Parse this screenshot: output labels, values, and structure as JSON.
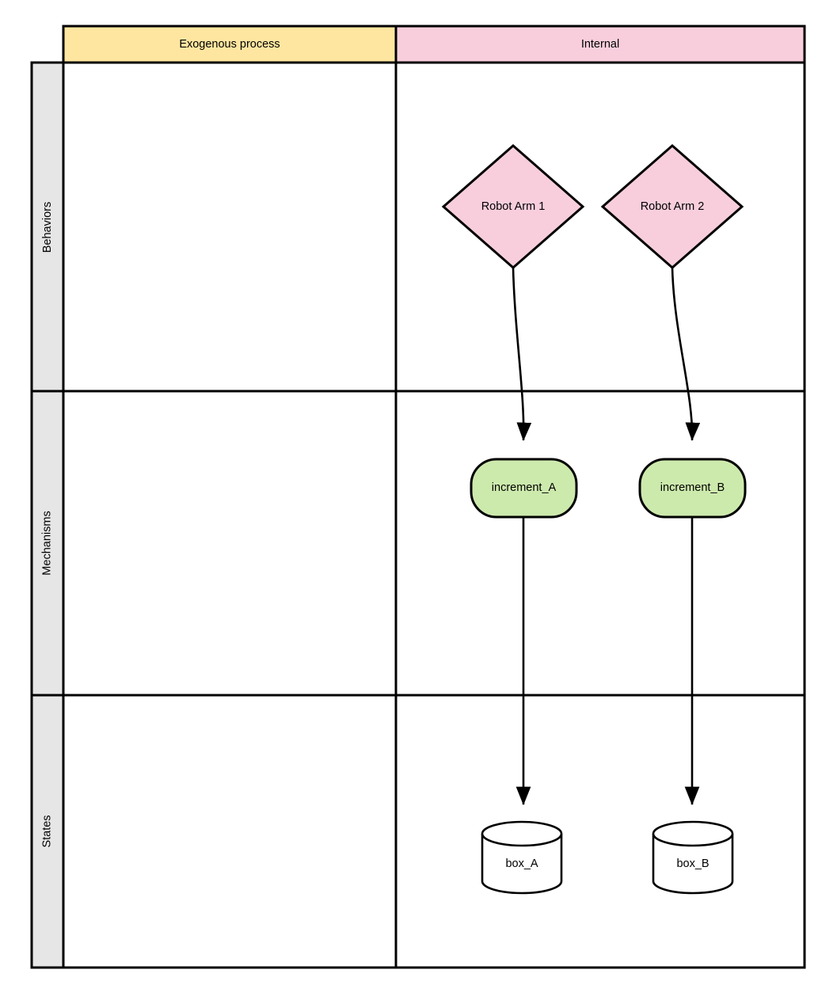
{
  "diagram": {
    "title": "Behaviors / Mechanisms / States swimlane diagram",
    "colors": {
      "exogenous_header_fill": "#ffe6a0",
      "internal_header_fill": "#f8cedd",
      "row_label_fill": "#e6e6e6",
      "behavior_node_fill": "#f8cedd",
      "mechanism_node_fill": "#cdeaad",
      "state_node_fill": "#ffffff",
      "stroke": "#000000",
      "canvas": "#ffffff"
    },
    "columns": [
      {
        "id": "exogenous",
        "label": "Exogenous process"
      },
      {
        "id": "internal",
        "label": "Internal"
      }
    ],
    "rows": [
      {
        "id": "behaviors",
        "label": "Behaviors"
      },
      {
        "id": "mechanisms",
        "label": "Mechanisms"
      },
      {
        "id": "states",
        "label": "States"
      }
    ],
    "nodes": [
      {
        "id": "robot-arm-1",
        "label": "Robot Arm 1",
        "shape": "diamond",
        "row": "behaviors",
        "column": "internal"
      },
      {
        "id": "robot-arm-2",
        "label": "Robot Arm 2",
        "shape": "diamond",
        "row": "behaviors",
        "column": "internal"
      },
      {
        "id": "increment-a",
        "label": "increment_A",
        "shape": "rounded-rect",
        "row": "mechanisms",
        "column": "internal"
      },
      {
        "id": "increment-b",
        "label": "increment_B",
        "shape": "rounded-rect",
        "row": "mechanisms",
        "column": "internal"
      },
      {
        "id": "box-a",
        "label": "box_A",
        "shape": "cylinder",
        "row": "states",
        "column": "internal"
      },
      {
        "id": "box-b",
        "label": "box_B",
        "shape": "cylinder",
        "row": "states",
        "column": "internal"
      }
    ],
    "edges": [
      {
        "id": "edge-arm1-incrementa",
        "from": "robot-arm-1",
        "to": "increment-a",
        "style": "curved-arrow"
      },
      {
        "id": "edge-arm2-incrementb",
        "from": "robot-arm-2",
        "to": "increment-b",
        "style": "curved-arrow"
      },
      {
        "id": "edge-incrementa-boxa",
        "from": "increment-a",
        "to": "box-a",
        "style": "straight-arrow"
      },
      {
        "id": "edge-incrementb-boxb",
        "from": "increment-b",
        "to": "box-b",
        "style": "straight-arrow"
      }
    ]
  }
}
